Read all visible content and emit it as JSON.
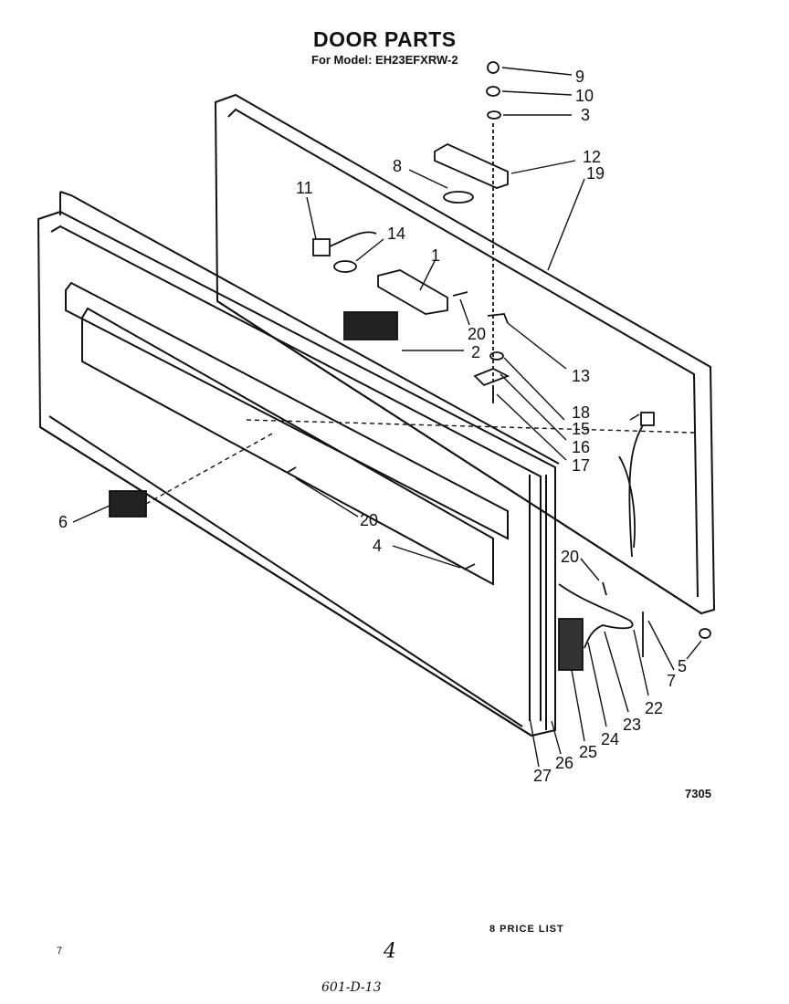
{
  "title": "DOOR PARTS",
  "subtitle": "For Model: EH23EFXRW-2",
  "callouts": [
    "9",
    "10",
    "3",
    "12",
    "19",
    "8",
    "11",
    "14",
    "1",
    "20",
    "2",
    "13",
    "18",
    "15",
    "16",
    "17",
    "6",
    "20",
    "4",
    "20",
    "5",
    "7",
    "22",
    "23",
    "24",
    "25",
    "26",
    "27"
  ],
  "figure_number": "7305",
  "price_list_note": "8 PRICE LIST",
  "page_number": "4",
  "corner_mark": "7",
  "handwritten_note": "601-D-13"
}
